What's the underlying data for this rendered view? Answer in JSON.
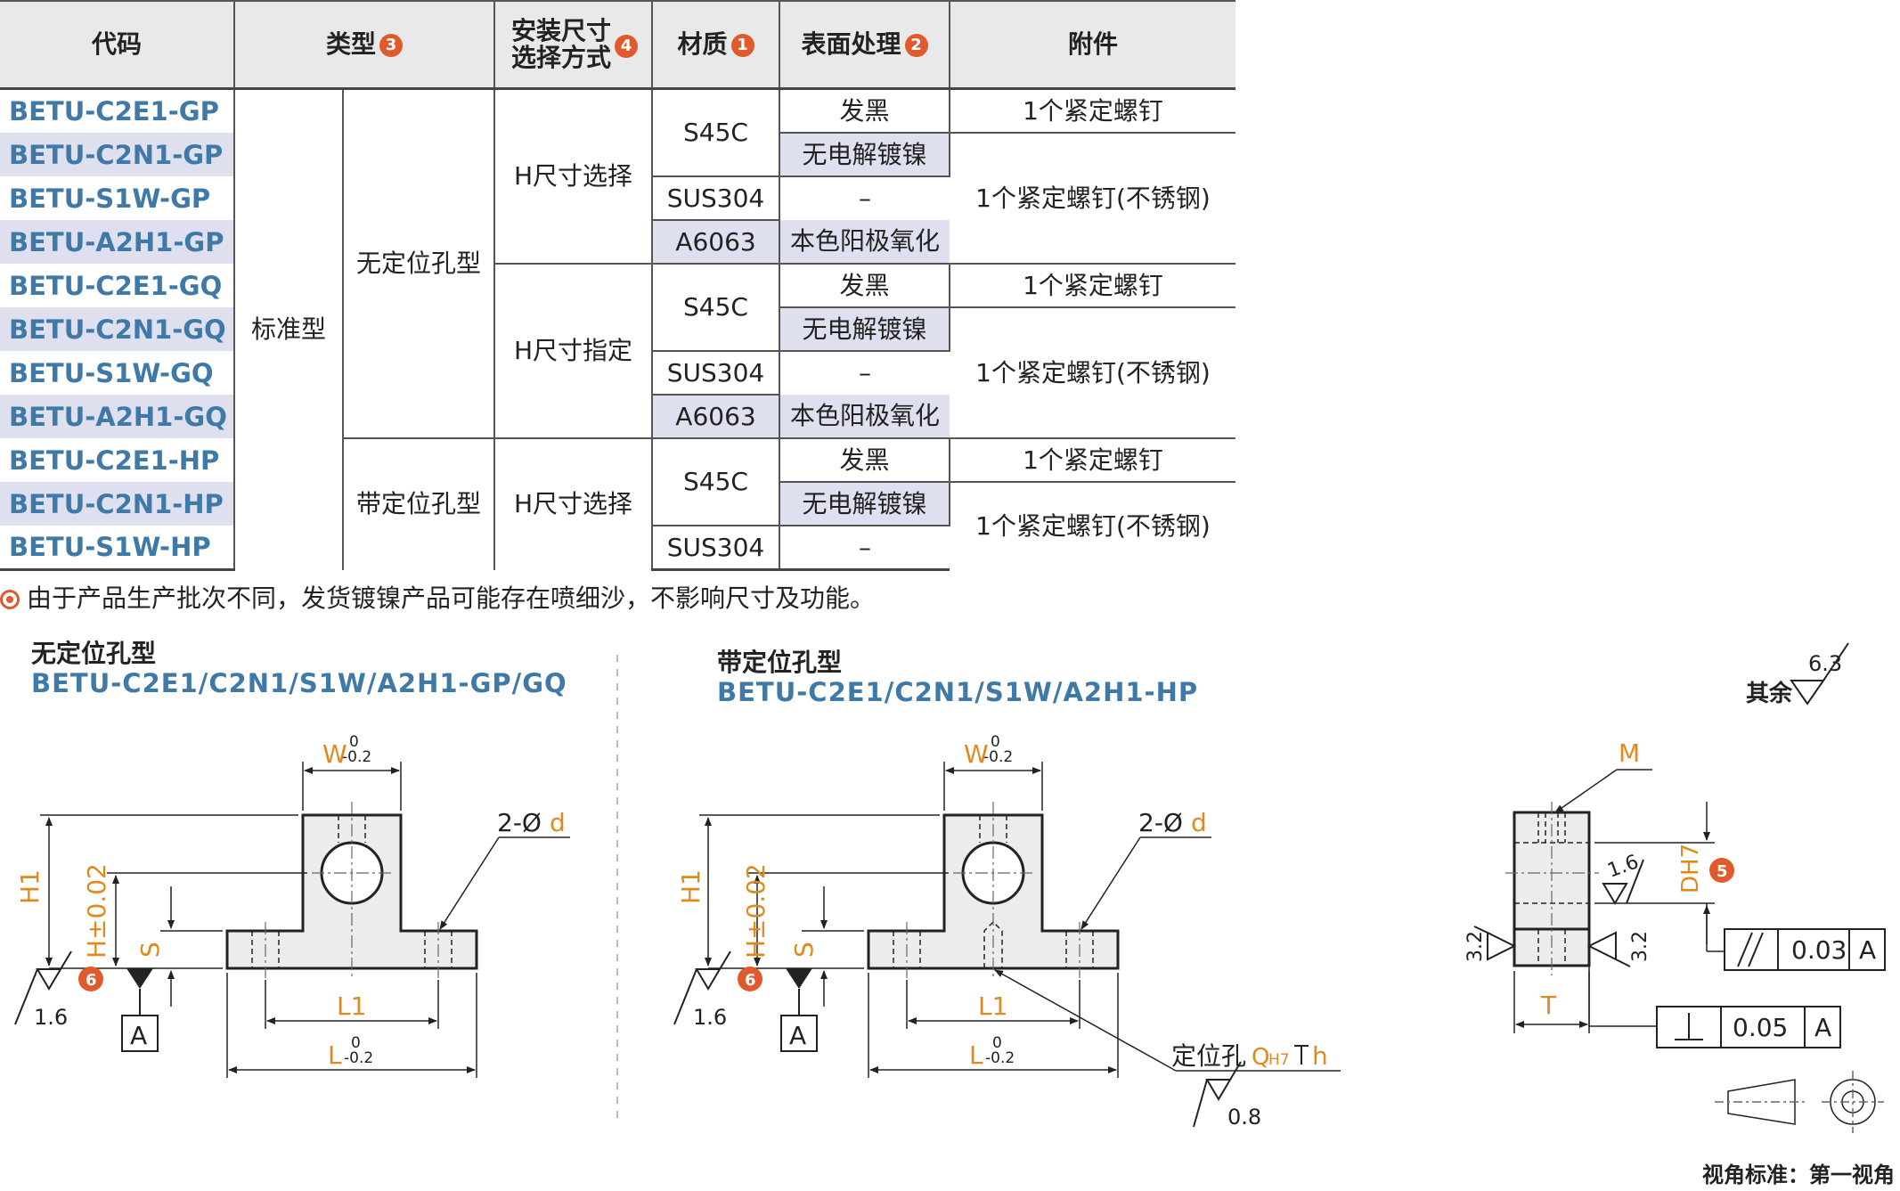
{
  "table": {
    "headers": {
      "code": "代码",
      "type": "类型",
      "type_num": "3",
      "mount_line1": "安装尺寸",
      "mount_line2": "选择方式",
      "mount_num": "4",
      "material": "材质",
      "material_num": "1",
      "surface": "表面处理",
      "surface_num": "2",
      "accessory": "附件"
    },
    "codes": [
      "BETU-C2E1-GP",
      "BETU-C2N1-GP",
      "BETU-S1W-GP",
      "BETU-A2H1-GP",
      "BETU-C2E1-GQ",
      "BETU-C2N1-GQ",
      "BETU-S1W-GQ",
      "BETU-A2H1-GQ",
      "BETU-C2E1-HP",
      "BETU-C2N1-HP",
      "BETU-S1W-HP"
    ],
    "type_main": "标准型",
    "type_no_hole": "无定位孔型",
    "type_with_hole": "带定位孔型",
    "mount_select": "H尺寸选择",
    "mount_specify": "H尺寸指定",
    "mount_select2": "H尺寸选择",
    "mat_s45c_1": "S45C",
    "mat_sus_1": "SUS304",
    "mat_a6063_1": "A6063",
    "mat_s45c_2": "S45C",
    "mat_sus_2": "SUS304",
    "mat_a6063_2": "A6063",
    "mat_s45c_3": "S45C",
    "mat_sus_3": "SUS304",
    "surface": [
      "发黑",
      "无电解镀镍",
      "–",
      "本色阳极氧化",
      "发黑",
      "无电解镀镍",
      "–",
      "本色阳极氧化",
      "发黑",
      "无电解镀镍",
      "–"
    ],
    "acc_screw_1": "1个紧定螺钉",
    "acc_ss_1": "1个紧定螺钉(不锈钢)",
    "acc_screw_2": "1个紧定螺钉",
    "acc_ss_2": "1个紧定螺钉(不锈钢)",
    "acc_screw_3": "1个紧定螺钉",
    "acc_ss_3": "1个紧定螺钉(不锈钢)"
  },
  "note": "由于产品生产批次不同，发货镀镍产品可能存在喷细沙，不影响尺寸及功能。",
  "drawing_left": {
    "title": "无定位孔型",
    "subtitle": "BETU-C2E1/C2N1/S1W/A2H1-GP/GQ"
  },
  "drawing_mid": {
    "title": "带定位孔型",
    "subtitle": "BETU-C2E1/C2N1/S1W/A2H1-HP"
  },
  "dims": {
    "W": "W",
    "W_tol_top": "0",
    "W_tol_bot": "-0.2",
    "L": "L",
    "L_tol_top": "0",
    "L_tol_bot": "-0.2",
    "L1": "L1",
    "H1": "H1",
    "H": "H±0.02",
    "S": "S",
    "d_prefix": "2-Ø",
    "d": "d",
    "A": "A",
    "rough_1_6": "1.6",
    "rough_0_8": "0.8",
    "rough_3_2": "3.2",
    "rough_6_3": "6.3",
    "num6": "6",
    "num5": "5",
    "pin_label": "定位孔",
    "pin_Q": "Q",
    "pin_H7": "H7",
    "pin_h": "h",
    "M": "M",
    "DH7": "DH7",
    "T": "T",
    "parallel_val": "0.03",
    "perp_val": "0.05",
    "datum": "A",
    "rest": "其余",
    "view_std": "视角标准：第一视角"
  },
  "colors": {
    "accent_orange": "#e08a1e",
    "badge": "#e05a2b",
    "code_blue": "#3f79a7",
    "band": "#dfe0ef"
  }
}
